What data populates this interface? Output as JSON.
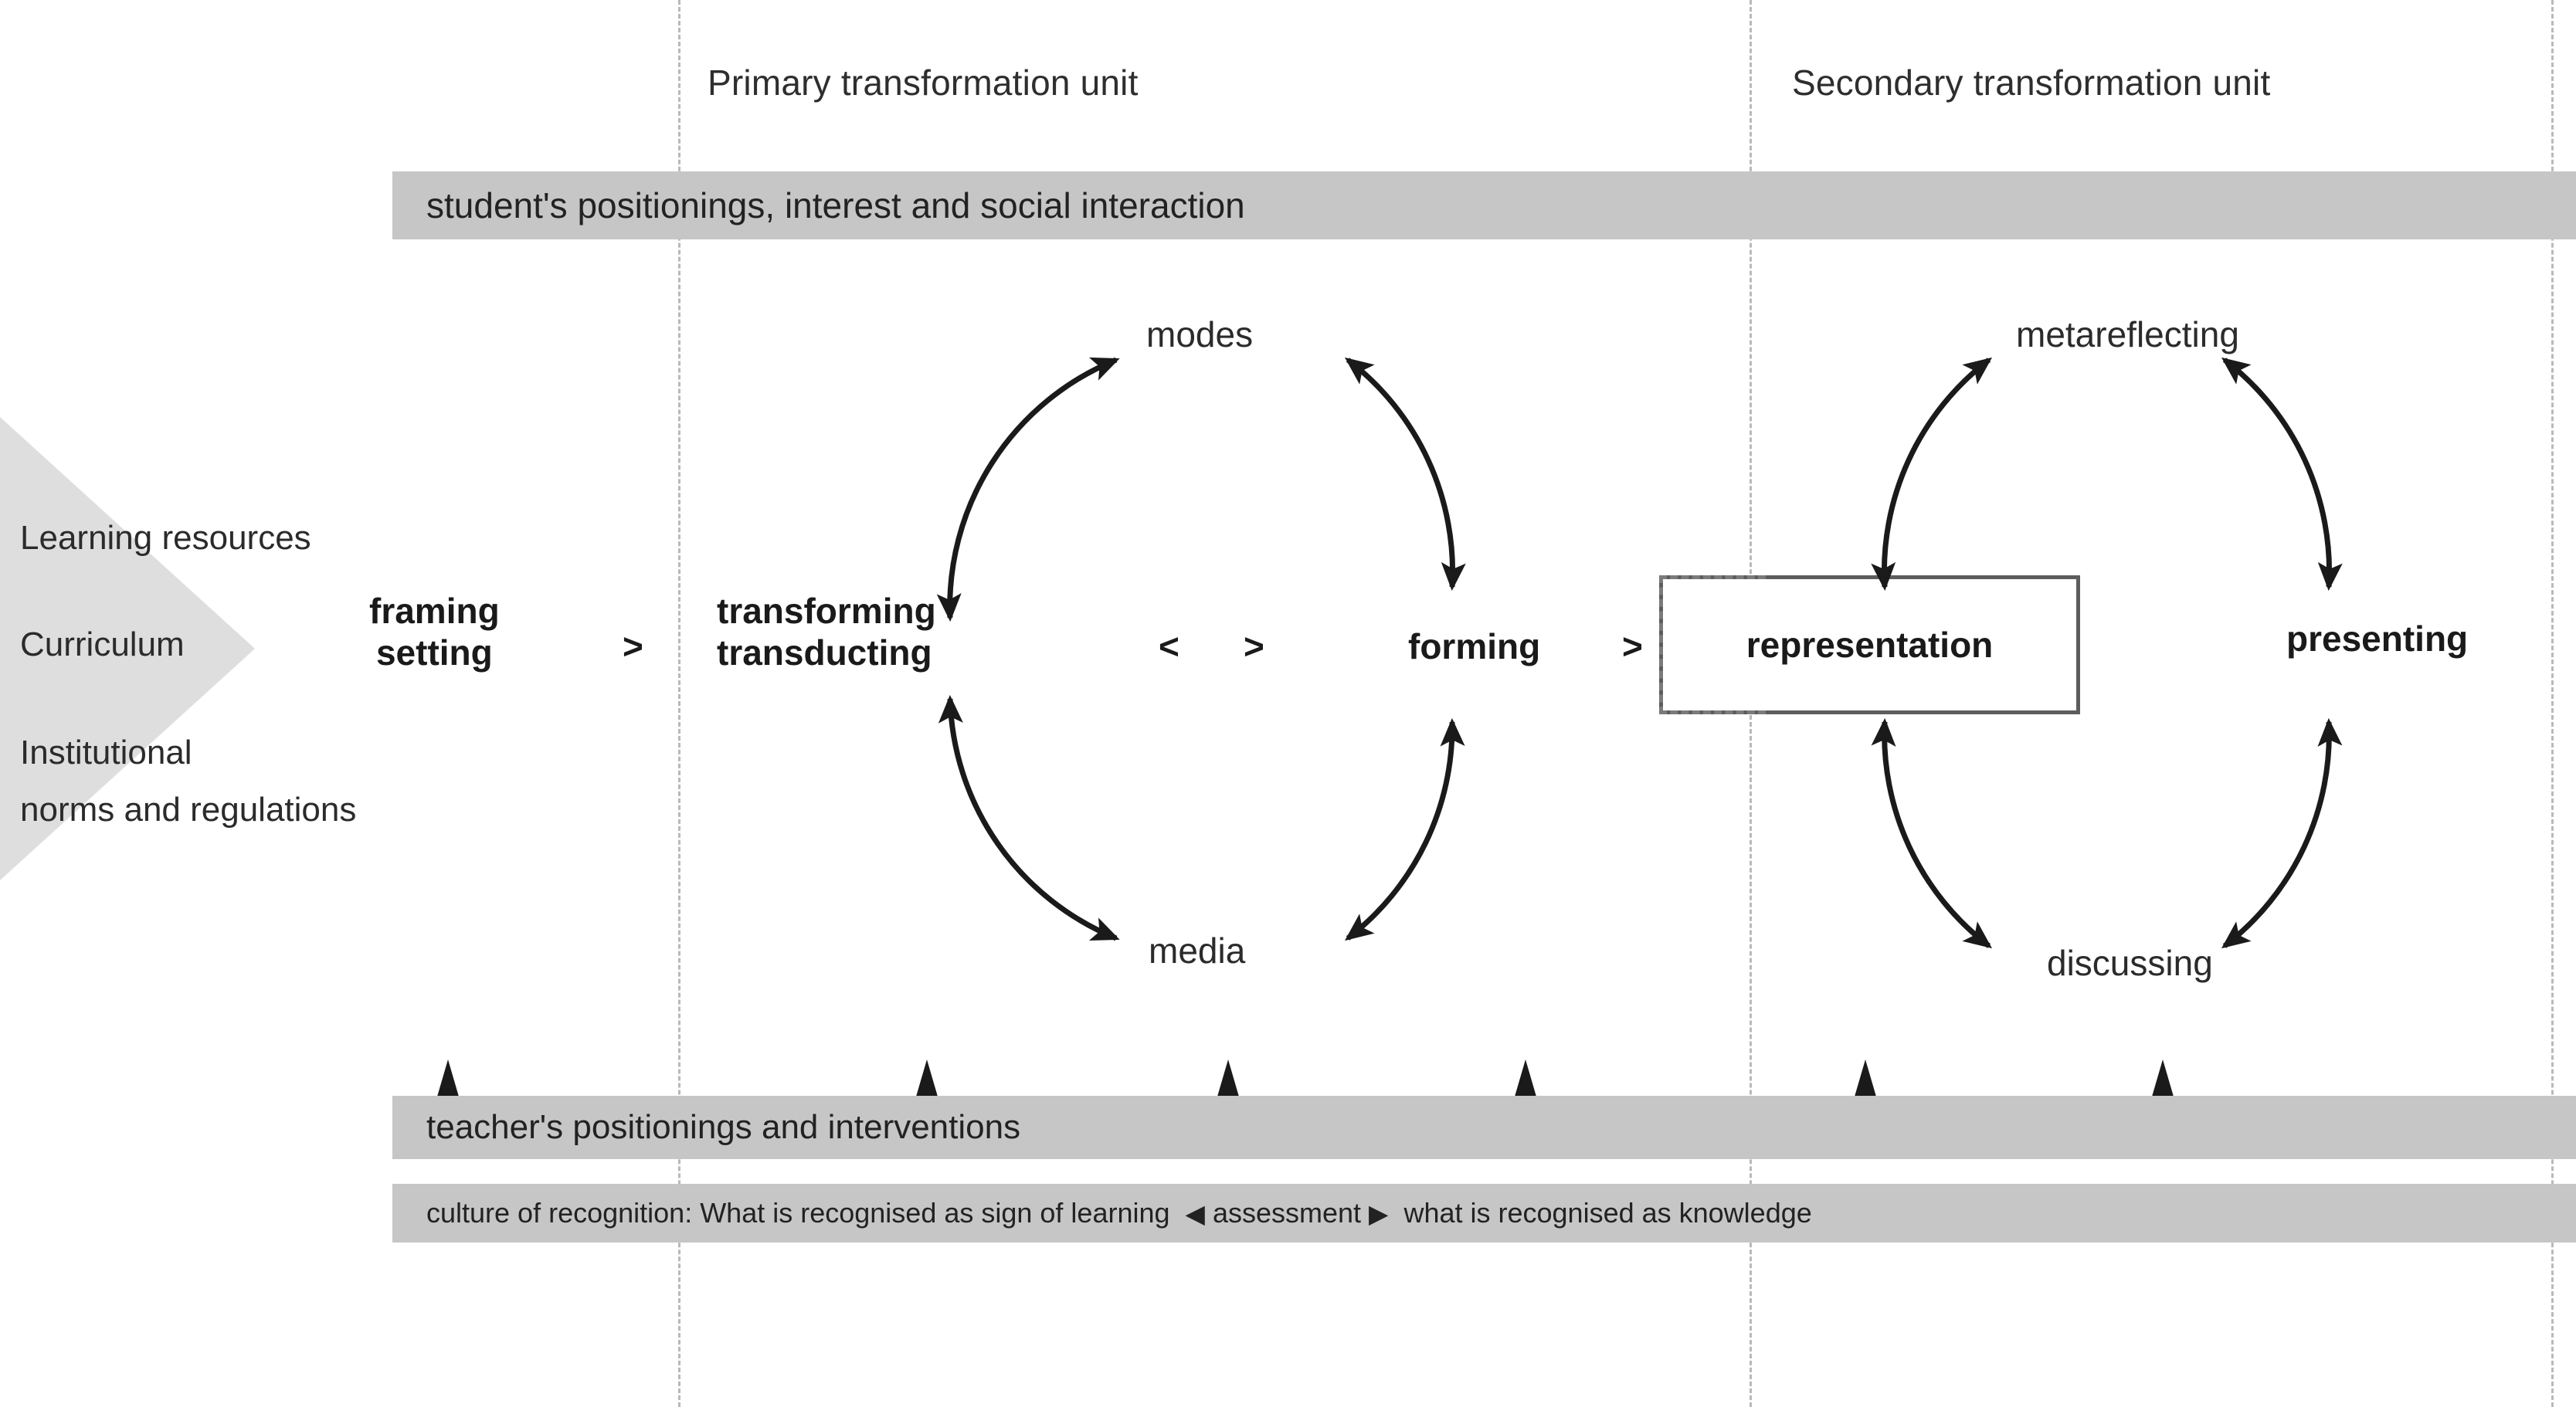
{
  "diagram": {
    "title_primary": "Primary transformation unit",
    "title_secondary": "Secondary transformation unit",
    "bands": {
      "student": "student's positionings, interest and social interaction",
      "teacher": "teacher's positionings and interventions",
      "culture_prefix": "culture of recognition: What is recognised as sign of learning",
      "culture_left_arrow": "◀",
      "culture_middle": "assessment",
      "culture_right_arrow": "▶",
      "culture_suffix": "what is recognised as knowledge"
    },
    "inputs": {
      "learning_resources": "Learning resources",
      "curriculum": "Curriculum",
      "institutional_line1": "Institutional",
      "institutional_line2": "norms and regulations"
    },
    "nodes": {
      "framing": "framing",
      "setting": "setting",
      "transforming": "transforming",
      "transducting": "transducting",
      "modes": "modes",
      "media": "media",
      "forming": "forming",
      "representation": "representation",
      "metareflecting": "metareflecting",
      "discussing": "discussing",
      "presenting": "presenting"
    },
    "connectors": {
      "chevron_right": ">",
      "chevron_left": "<"
    },
    "marker_positions": [
      580,
      1200,
      1590,
      1975,
      2415,
      2800
    ],
    "separator_positions": [
      878,
      2265,
      3303
    ],
    "colors": {
      "band_gray": "#c6c6c6",
      "triangle_gray": "#dedede",
      "box_border": "#5d5d5d",
      "dashed_border": "#7b7b7b",
      "separator": "#b9b9b9",
      "text": "#2b2b2b",
      "arrow": "#1a1a1a"
    }
  }
}
